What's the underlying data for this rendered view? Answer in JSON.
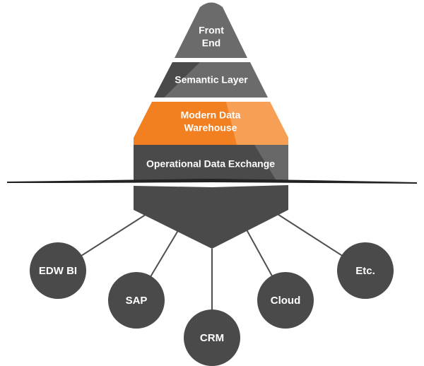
{
  "pyramid": {
    "front_end": [
      "Front",
      "End"
    ],
    "semantic_layer": "Semantic Layer",
    "modern_dw": [
      "Modern Data",
      "Warehouse"
    ],
    "ode": "Operational Data Exchange"
  },
  "sources": [
    "EDW BI",
    "SAP",
    "CRM",
    "Cloud",
    "Etc."
  ],
  "colors": {
    "dark": "#4a4a4a",
    "mid": "#6b6b6b",
    "orange": "#f27f20",
    "orange_light": "#f7a055",
    "ground": "#222222"
  }
}
